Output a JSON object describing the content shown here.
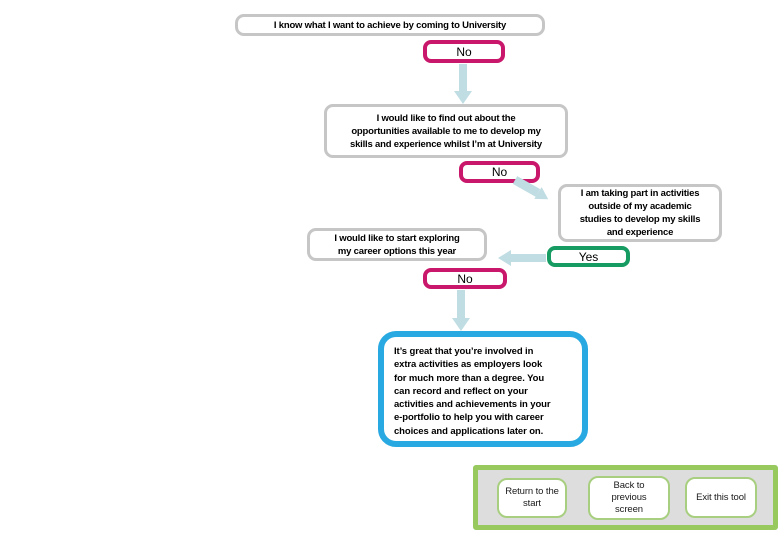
{
  "flowchart": {
    "q1": {
      "text": "I know what I want to achieve by coming to University"
    },
    "no1": {
      "label": "No"
    },
    "q2": {
      "text": "I would like to find out about the\nopportunities available to me to develop my\nskills and experience whilst I’m at University"
    },
    "no2": {
      "label": "No"
    },
    "q3": {
      "text": "I am taking part in activities\noutside of my academic\nstudies to develop my skills\nand experience"
    },
    "yes": {
      "label": "Yes"
    },
    "q4": {
      "text": "I would like to start exploring\nmy career options this year"
    },
    "no3": {
      "label": "No"
    },
    "result": {
      "text": "It’s great that you’re involved in\nextra activities as employers look\nfor much more than a degree.  You\ncan record and reflect on your\nactivities and achievements in your\ne-portfolio to help you with career\nchoices and applications later on."
    }
  },
  "nav": {
    "return_label": "Return to the\nstart",
    "back_label": "Back to\nprevious\nscreen",
    "exit_label": "Exit this tool"
  },
  "icons": {
    "arrow_down_1": "down-arrow",
    "arrow_diagonal": "down-right-arrow",
    "arrow_left": "left-arrow",
    "arrow_down_2": "down-arrow"
  },
  "colors": {
    "no_pink": "#C9186B",
    "yes_green": "#169B62",
    "arrow_blue": "#BFDDE3",
    "result_blue": "#29A9E1",
    "panel_green": "#97C95F",
    "panel_button_green": "#A8CF80",
    "panel_gray": "#DDDDDD",
    "box_border_gray": "#C6C6C6"
  }
}
